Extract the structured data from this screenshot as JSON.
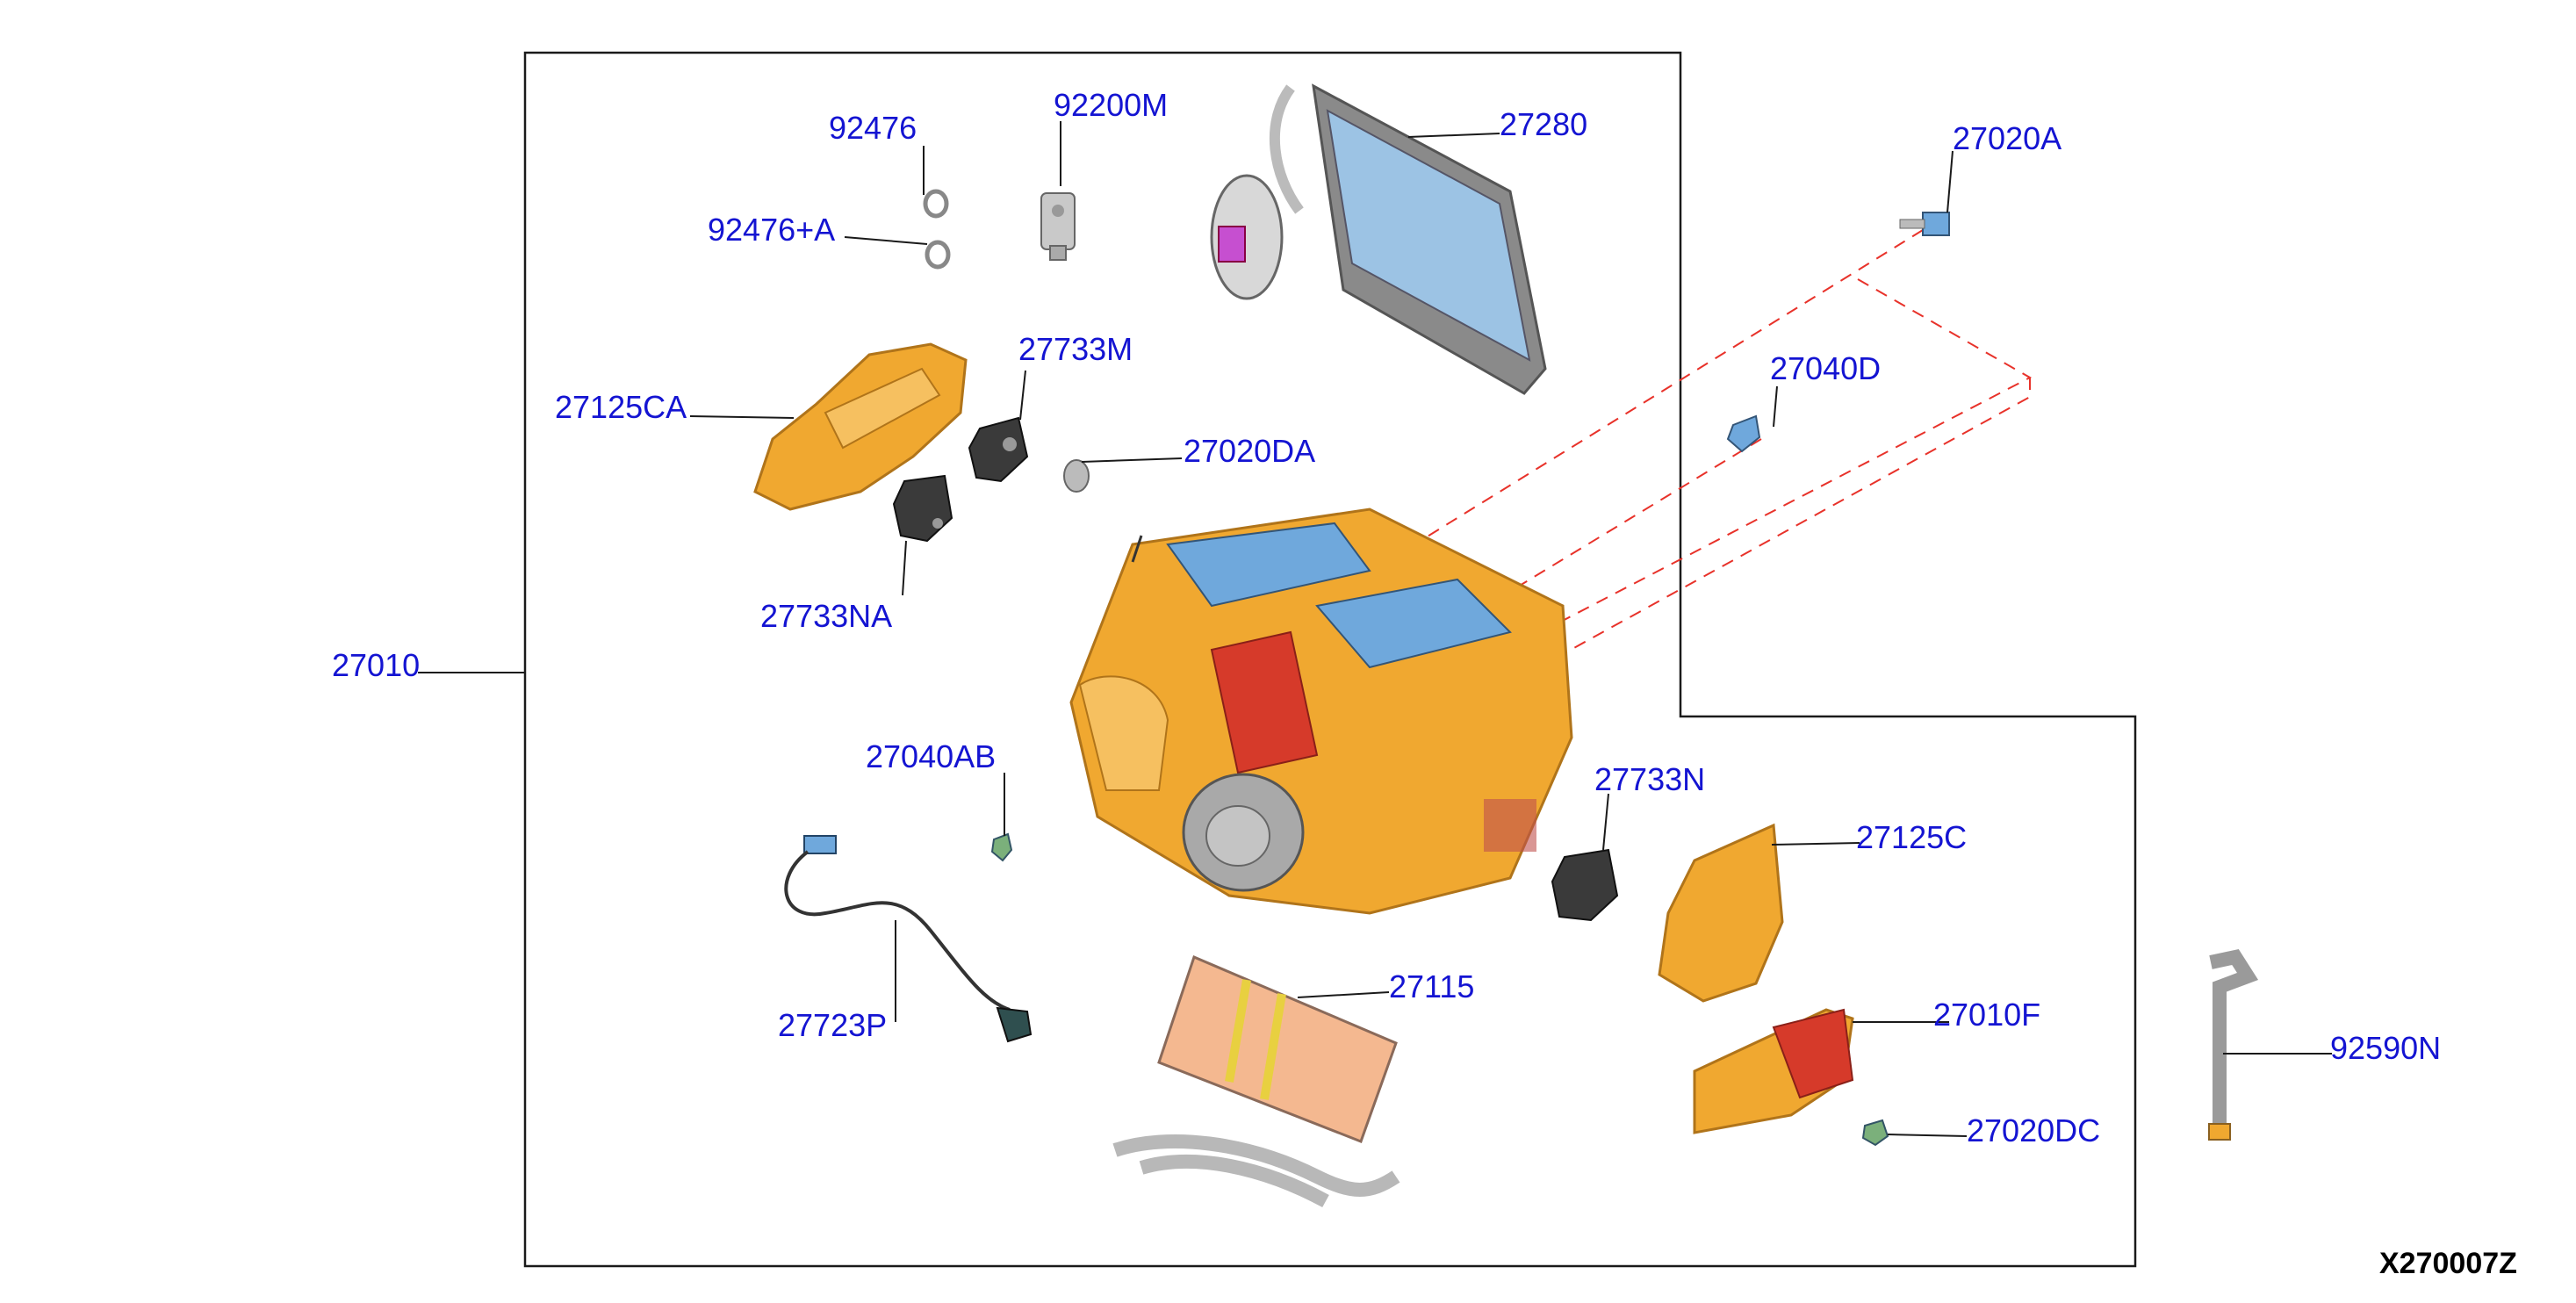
{
  "diagram_code": "X270007Z",
  "colors": {
    "label": "#1414d2",
    "leader": "#1a1a1a",
    "housing_orange": "#f0a830",
    "heater_core_peach": "#f4b890",
    "evaporator_blue": "#9cc3e4",
    "dashed_red": "#e8322a"
  },
  "parts": [
    {
      "id": "p92476",
      "label": "92476"
    },
    {
      "id": "p92476a",
      "label": "92476+A"
    },
    {
      "id": "p92200m",
      "label": "92200M"
    },
    {
      "id": "p27280",
      "label": "27280"
    },
    {
      "id": "p27020a",
      "label": "27020A"
    },
    {
      "id": "p27125ca",
      "label": "27125CA"
    },
    {
      "id": "p27733m",
      "label": "27733M"
    },
    {
      "id": "p27020da",
      "label": "27020DA"
    },
    {
      "id": "p27040d",
      "label": "27040D"
    },
    {
      "id": "p27733na",
      "label": "27733NA"
    },
    {
      "id": "p27010",
      "label": "27010"
    },
    {
      "id": "p27040ab",
      "label": "27040AB"
    },
    {
      "id": "p27733n",
      "label": "27733N"
    },
    {
      "id": "p27125c",
      "label": "27125C"
    },
    {
      "id": "p27115",
      "label": "27115"
    },
    {
      "id": "p27010f",
      "label": "27010F"
    },
    {
      "id": "p92590n",
      "label": "92590N"
    },
    {
      "id": "p27723p",
      "label": "27723P"
    },
    {
      "id": "p27020dc",
      "label": "27020DC"
    }
  ]
}
